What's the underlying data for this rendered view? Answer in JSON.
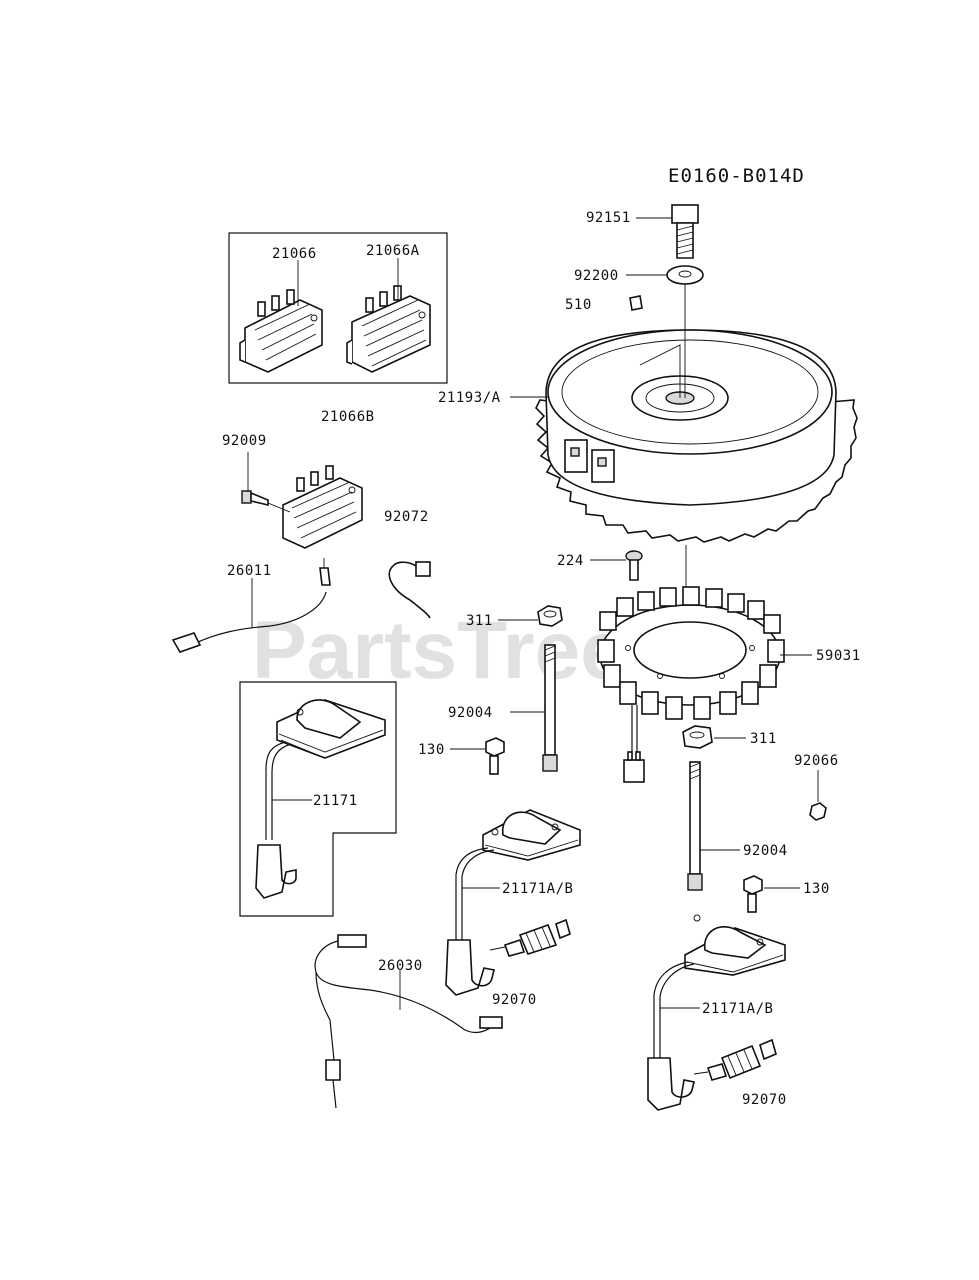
{
  "diagram_code": "E0160-B014D",
  "watermark": "PartsTree",
  "colors": {
    "line": "#111111",
    "background": "#ffffff",
    "watermark": "#bdbdbd"
  },
  "callouts": {
    "c92151": "92151",
    "c92200": "92200",
    "c510": "510",
    "c21066": "21066",
    "c21066A": "21066A",
    "c21066B": "21066B",
    "c21193A": "21193/A",
    "c92009": "92009",
    "c92072": "92072",
    "c26011": "26011",
    "c224": "224",
    "c311a": "311",
    "c59031": "59031",
    "c92004a": "92004",
    "c130a": "130",
    "c311b": "311",
    "c92066": "92066",
    "c21171": "21171",
    "c92004b": "92004",
    "c130b": "130",
    "c21171ABa": "21171A/B",
    "c26030": "26030",
    "c92070a": "92070",
    "c21171ABb": "21171A/B",
    "c92070b": "92070"
  }
}
